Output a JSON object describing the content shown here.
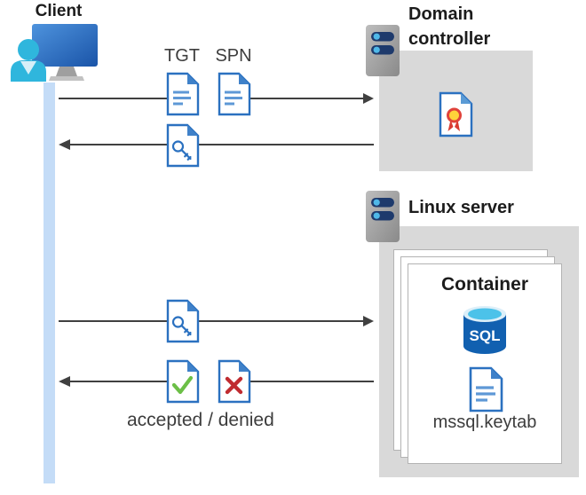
{
  "diagram": {
    "client": {
      "label": "Client"
    },
    "domain_controller": {
      "label": "Domain controller"
    },
    "linux_server": {
      "label": "Linux server"
    },
    "container": {
      "label": "Container"
    },
    "sql_badge": "SQL",
    "keytab_label": "mssql.keytab"
  },
  "messages": {
    "tgt_label": "TGT",
    "spn_label": "SPN",
    "result_label": "accepted / denied"
  },
  "icons": {
    "client": "workstation-user-icon",
    "domain_controller": "server-icon",
    "linux_server": "server-icon",
    "tgt": "document-icon",
    "spn": "document-icon",
    "ticket": "key-document-icon",
    "certificate": "certificate-document-icon",
    "sql": "sql-database-icon",
    "accepted": "check-document-icon",
    "denied": "cross-document-icon",
    "keytab": "text-document-icon"
  },
  "colors": {
    "doc_border_blue": "#2b71c0",
    "doc_fold_blue": "#3f81c9",
    "doc_line_blue": "#5e98d6",
    "check_green": "#6cbf47",
    "cross_red": "#c02b30",
    "cert_gold": "#ffd43a",
    "cert_ribbon_red": "#d93b32",
    "sql_body_blue": "#1160b0",
    "sql_top_cyan": "#4cc2e9",
    "box_gray": "#d9d9d9",
    "arrow_gray": "#404040",
    "lifeline_blue": "#c4dcf7",
    "person_cyan": "#2fb6dd",
    "server_pill_navy": "#1e3a6c",
    "server_dot_cyan": "#4fb8e8"
  }
}
